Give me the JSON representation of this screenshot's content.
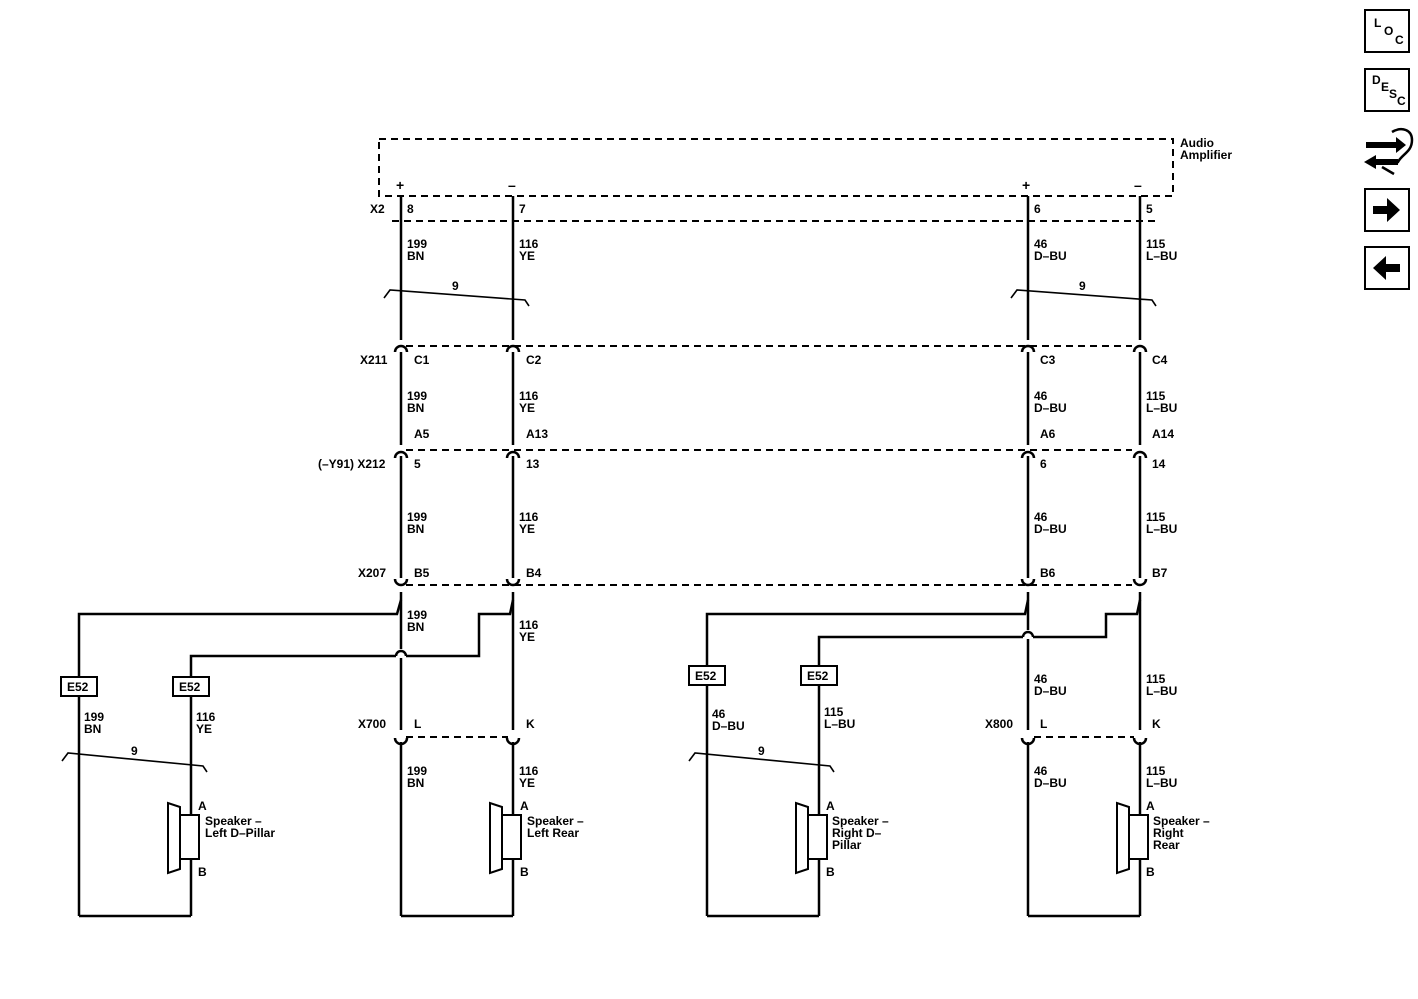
{
  "toolbar": {
    "loc": {
      "l1": "L",
      "l2": "O",
      "l3": "C"
    },
    "desc": {
      "l1": "D",
      "l2": "E",
      "l3": "S",
      "l4": "C"
    }
  },
  "module": {
    "name_line1": "Audio",
    "name_line2": "Amplifier",
    "plus": "+",
    "minus": "–"
  },
  "connectors": {
    "x2": "X2",
    "x211": "X211",
    "x212": "(–Y91) X212",
    "x207": "X207",
    "x700": "X700",
    "x800": "X800"
  },
  "pins": {
    "x2": [
      "8",
      "7",
      "6",
      "5"
    ],
    "x211": [
      "C1",
      "C2",
      "C3",
      "C4"
    ],
    "inline": [
      "A5",
      "A13",
      "A6",
      "A14"
    ],
    "x212": [
      "5",
      "13",
      "6",
      "14"
    ],
    "x207": [
      "B5",
      "B4",
      "B6",
      "B7"
    ],
    "x700": [
      "L",
      "K"
    ],
    "x800": [
      "L",
      "K"
    ]
  },
  "wires": {
    "c1": {
      "circuit": "199",
      "color": "BN"
    },
    "c2": {
      "circuit": "116",
      "color": "YE"
    },
    "c3": {
      "circuit": "46",
      "color": "D–BU"
    },
    "c4": {
      "circuit": "115",
      "color": "L–BU"
    }
  },
  "twist_label": "9",
  "splices": {
    "label": "E52"
  },
  "speakers": {
    "pin_a": "A",
    "pin_b": "B",
    "left_d_pillar": {
      "l1": "Speaker –",
      "l2": "Left D–Pillar"
    },
    "left_rear": {
      "l1": "Speaker –",
      "l2": "Left Rear"
    },
    "right_d_pillar": {
      "l1": "Speaker –",
      "l2": "Right D–",
      "l3": "Pillar"
    },
    "right_rear": {
      "l1": "Speaker –",
      "l2": "Right",
      "l3": "Rear"
    }
  }
}
